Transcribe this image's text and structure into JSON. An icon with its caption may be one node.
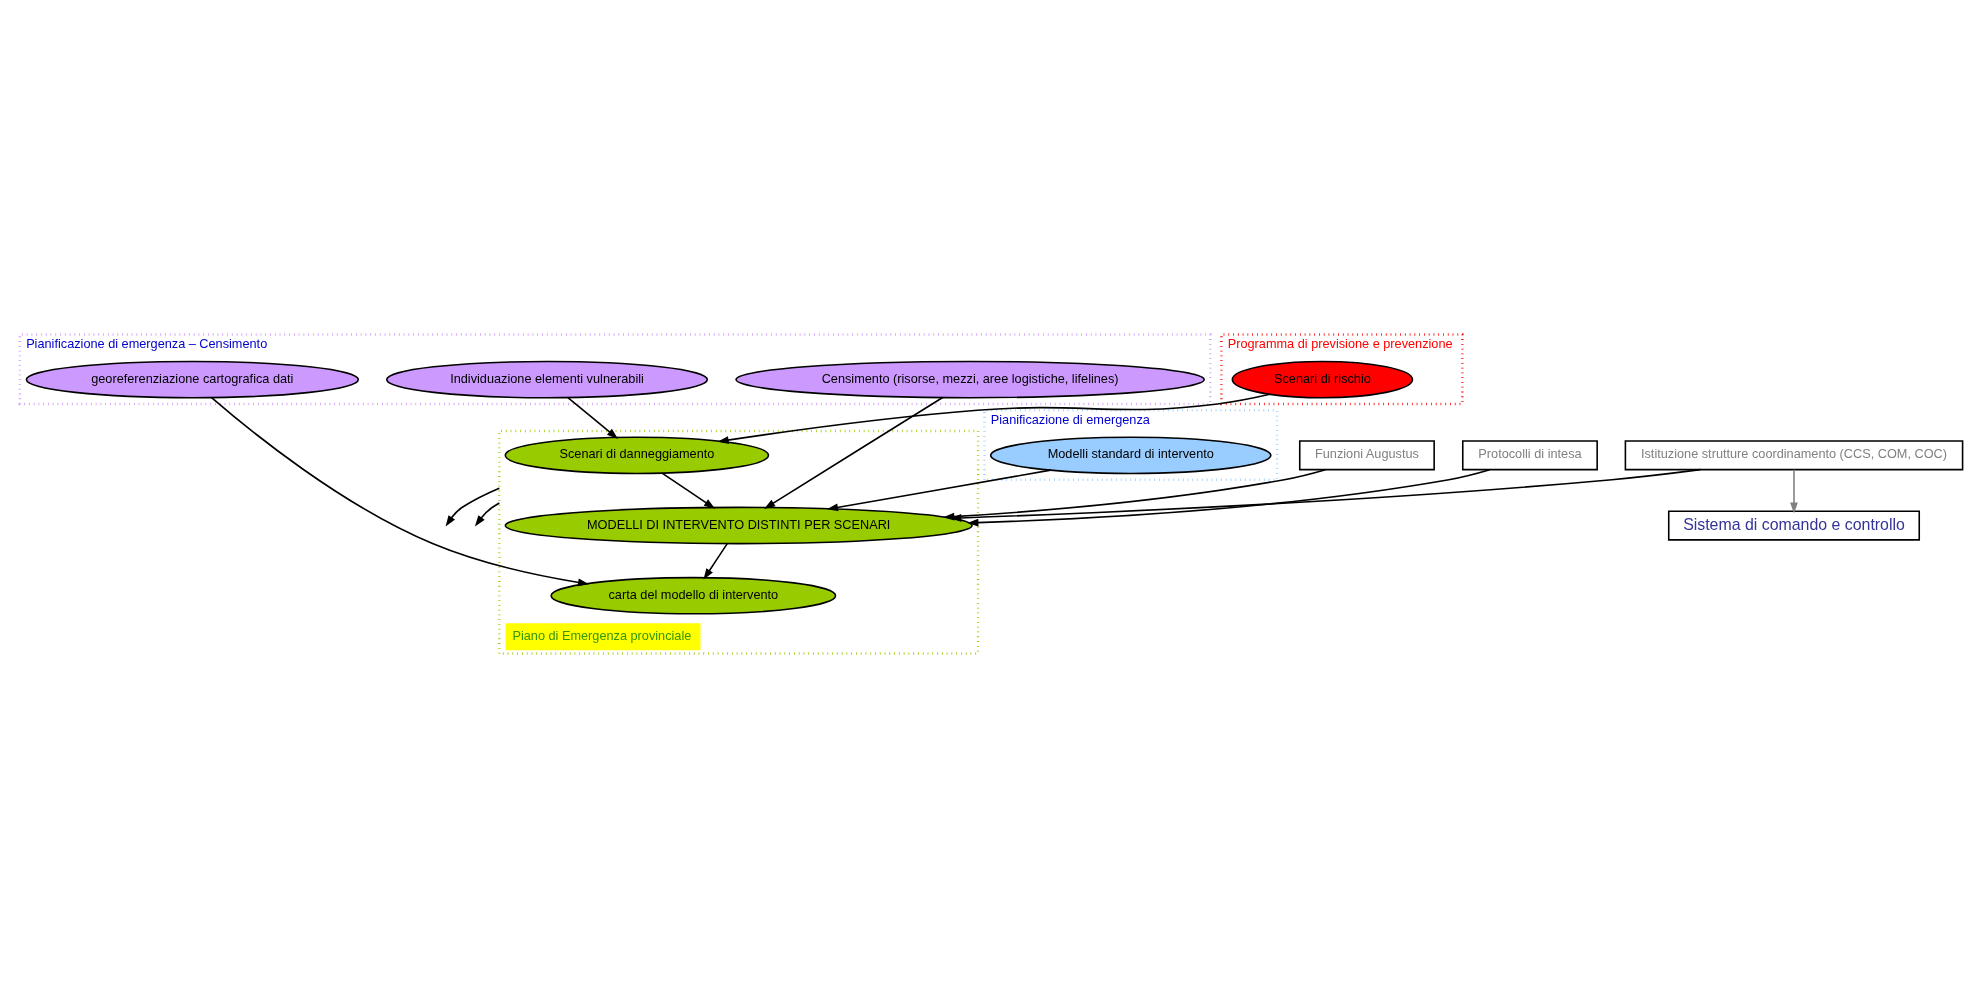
{
  "diagram": {
    "nodes": [
      {
        "text": [
          "Programma di previsione e prevenzione"
        ]
      },
      {
        "text": [
          "Scenari di rischio"
        ],
        "in": 0
      },
      {
        "text": [
          "Pianificazione di emergenza"
        ]
      },
      {
        "text": [
          "Modelli standard di intervento"
        ],
        "in": 2
      },
      {
        "text": [
          "Piano di Emergenza provinciale"
        ]
      },
      {
        "text": [
          "Scenari di danneggiamento"
        ],
        "in": 4
      },
      {
        "text": [
          "MODELLI DI INTERVENTO DISTINTI PER SCENARI"
        ],
        "in": 4
      },
      {
        "text": [
          "carta del modello di intervento"
        ],
        "in": 4
      },
      {
        "text": [
          "Pianificazione di emergenza – Censimento"
        ]
      },
      {
        "text": [
          "Individuazione elementi vulnerabili"
        ],
        "in": 8
      },
      {
        "text": [
          "Censimento (risorse, mezzi, aree logistiche, lifelines)"
        ],
        "in": 8
      },
      {
        "text": [
          "georeferenziazione cartografica dati"
        ],
        "in": 8
      },
      {
        "text": [
          "Funzioni Augustus"
        ]
      },
      {
        "text": [
          "Istituzione strutture coordinamento (CCS, COM, COC)"
        ]
      },
      {
        "text": [
          "Protocolli di intesa"
        ]
      },
      {
        "text": [
          "Sistema di comando e controllo"
        ]
      }
    ],
    "edges": [
      {
        "from": 1,
        "to": 5,
        "arrow": "to"
      },
      {
        "from": 9,
        "to": 5,
        "arrow": "to"
      },
      {
        "from": 5,
        "to": 6,
        "arrow": "to"
      },
      {
        "from": 3,
        "to": 6,
        "arrow": "to"
      },
      {
        "from": 10,
        "to": 6,
        "arrow": "to"
      },
      {
        "from": 12,
        "to": 6,
        "arrow": "to"
      },
      {
        "from": 13,
        "to": 6,
        "arrow": "to"
      },
      {
        "from": 14,
        "to": 6,
        "arrow": "to"
      },
      {
        "from": 6,
        "to": 7,
        "arrow": "to"
      },
      {
        "from": 11,
        "to": 7,
        "arrow": "to"
      },
      {
        "from": 13,
        "to": 15,
        "arrow": "to",
        "color": "#808080"
      },
      {
        "from": 4,
        "to": null,
        "arrow": "to"
      },
      {
        "from": 4,
        "to": null,
        "arrow": "to"
      }
    ]
  }
}
